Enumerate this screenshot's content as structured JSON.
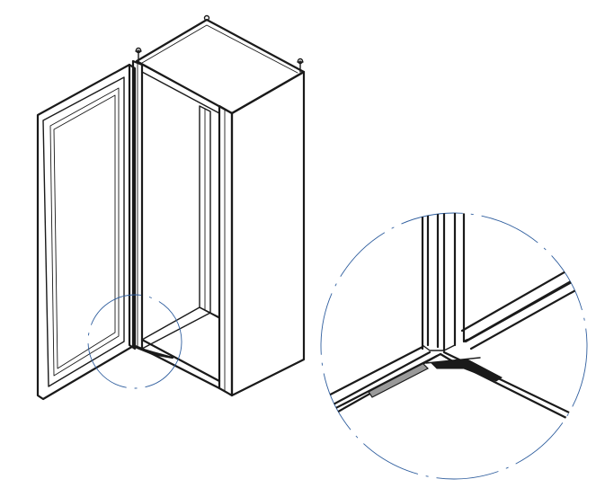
{
  "drawing": {
    "subject": "enclosure-cabinet-isometric",
    "views": [
      "cabinet-overview",
      "hinge-detail-zoom"
    ]
  },
  "colors": {
    "line": "#1a1a1a",
    "detail_circle": "#2f5e9e",
    "gasket": "#9a9a9a",
    "background": "#ffffff"
  }
}
